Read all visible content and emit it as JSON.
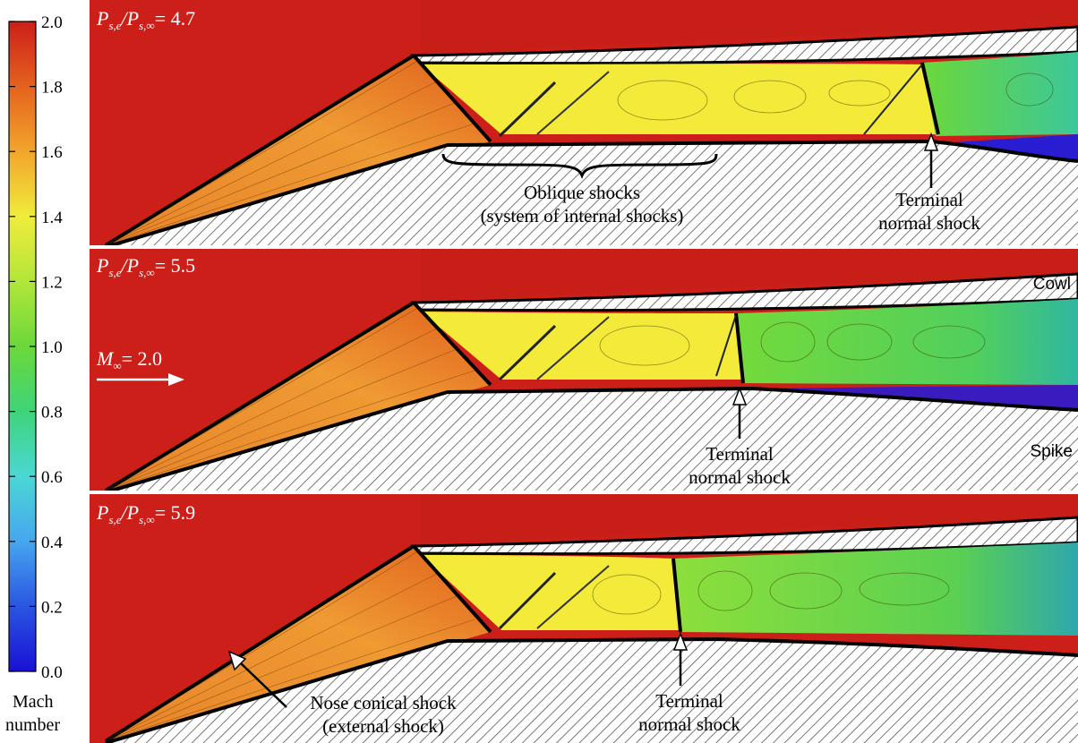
{
  "colorbar": {
    "title_line1": "Mach",
    "title_line2": "number",
    "ticks": [
      "2.0",
      "1.8",
      "1.6",
      "1.4",
      "1.2",
      "1.0",
      "0.8",
      "0.6",
      "0.4",
      "0.2",
      "0.0"
    ],
    "colors": [
      "#cc1f1a",
      "#e25a1c",
      "#f29a2a",
      "#f8d22a",
      "#f3f03a",
      "#b4e53a",
      "#6fdc3c",
      "#3fd27a",
      "#45d2c9",
      "#4aa8ee",
      "#2e5de0",
      "#1a1ad2"
    ]
  },
  "panels": [
    {
      "ratio_prefix": "P",
      "ratio_sub1": "s,e",
      "ratio_mid": "/P",
      "ratio_sub2": "s,∞",
      "ratio_value": "= 4.7",
      "annotations": {
        "oblique_line1": "Oblique shocks",
        "oblique_line2": "(system of internal shocks)",
        "terminal_line1": "Terminal",
        "terminal_line2": "normal shock"
      }
    },
    {
      "ratio_prefix": "P",
      "ratio_sub1": "s,e",
      "ratio_mid": "/P",
      "ratio_sub2": "s,∞",
      "ratio_value": "= 5.5",
      "freestream_label": "M",
      "freestream_sub": "∞",
      "freestream_value": "= 2.0",
      "annotations": {
        "cowl": "Cowl",
        "spike": "Spike",
        "terminal_line1": "Terminal",
        "terminal_line2": "normal shock"
      }
    },
    {
      "ratio_prefix": "P",
      "ratio_sub1": "s,e",
      "ratio_mid": "/P",
      "ratio_sub2": "s,∞",
      "ratio_value": "= 5.9",
      "annotations": {
        "nose_line1": "Nose conical shock",
        "nose_line2": "(external shock)",
        "terminal_line1": "Terminal",
        "terminal_line2": "normal shock"
      }
    }
  ]
}
